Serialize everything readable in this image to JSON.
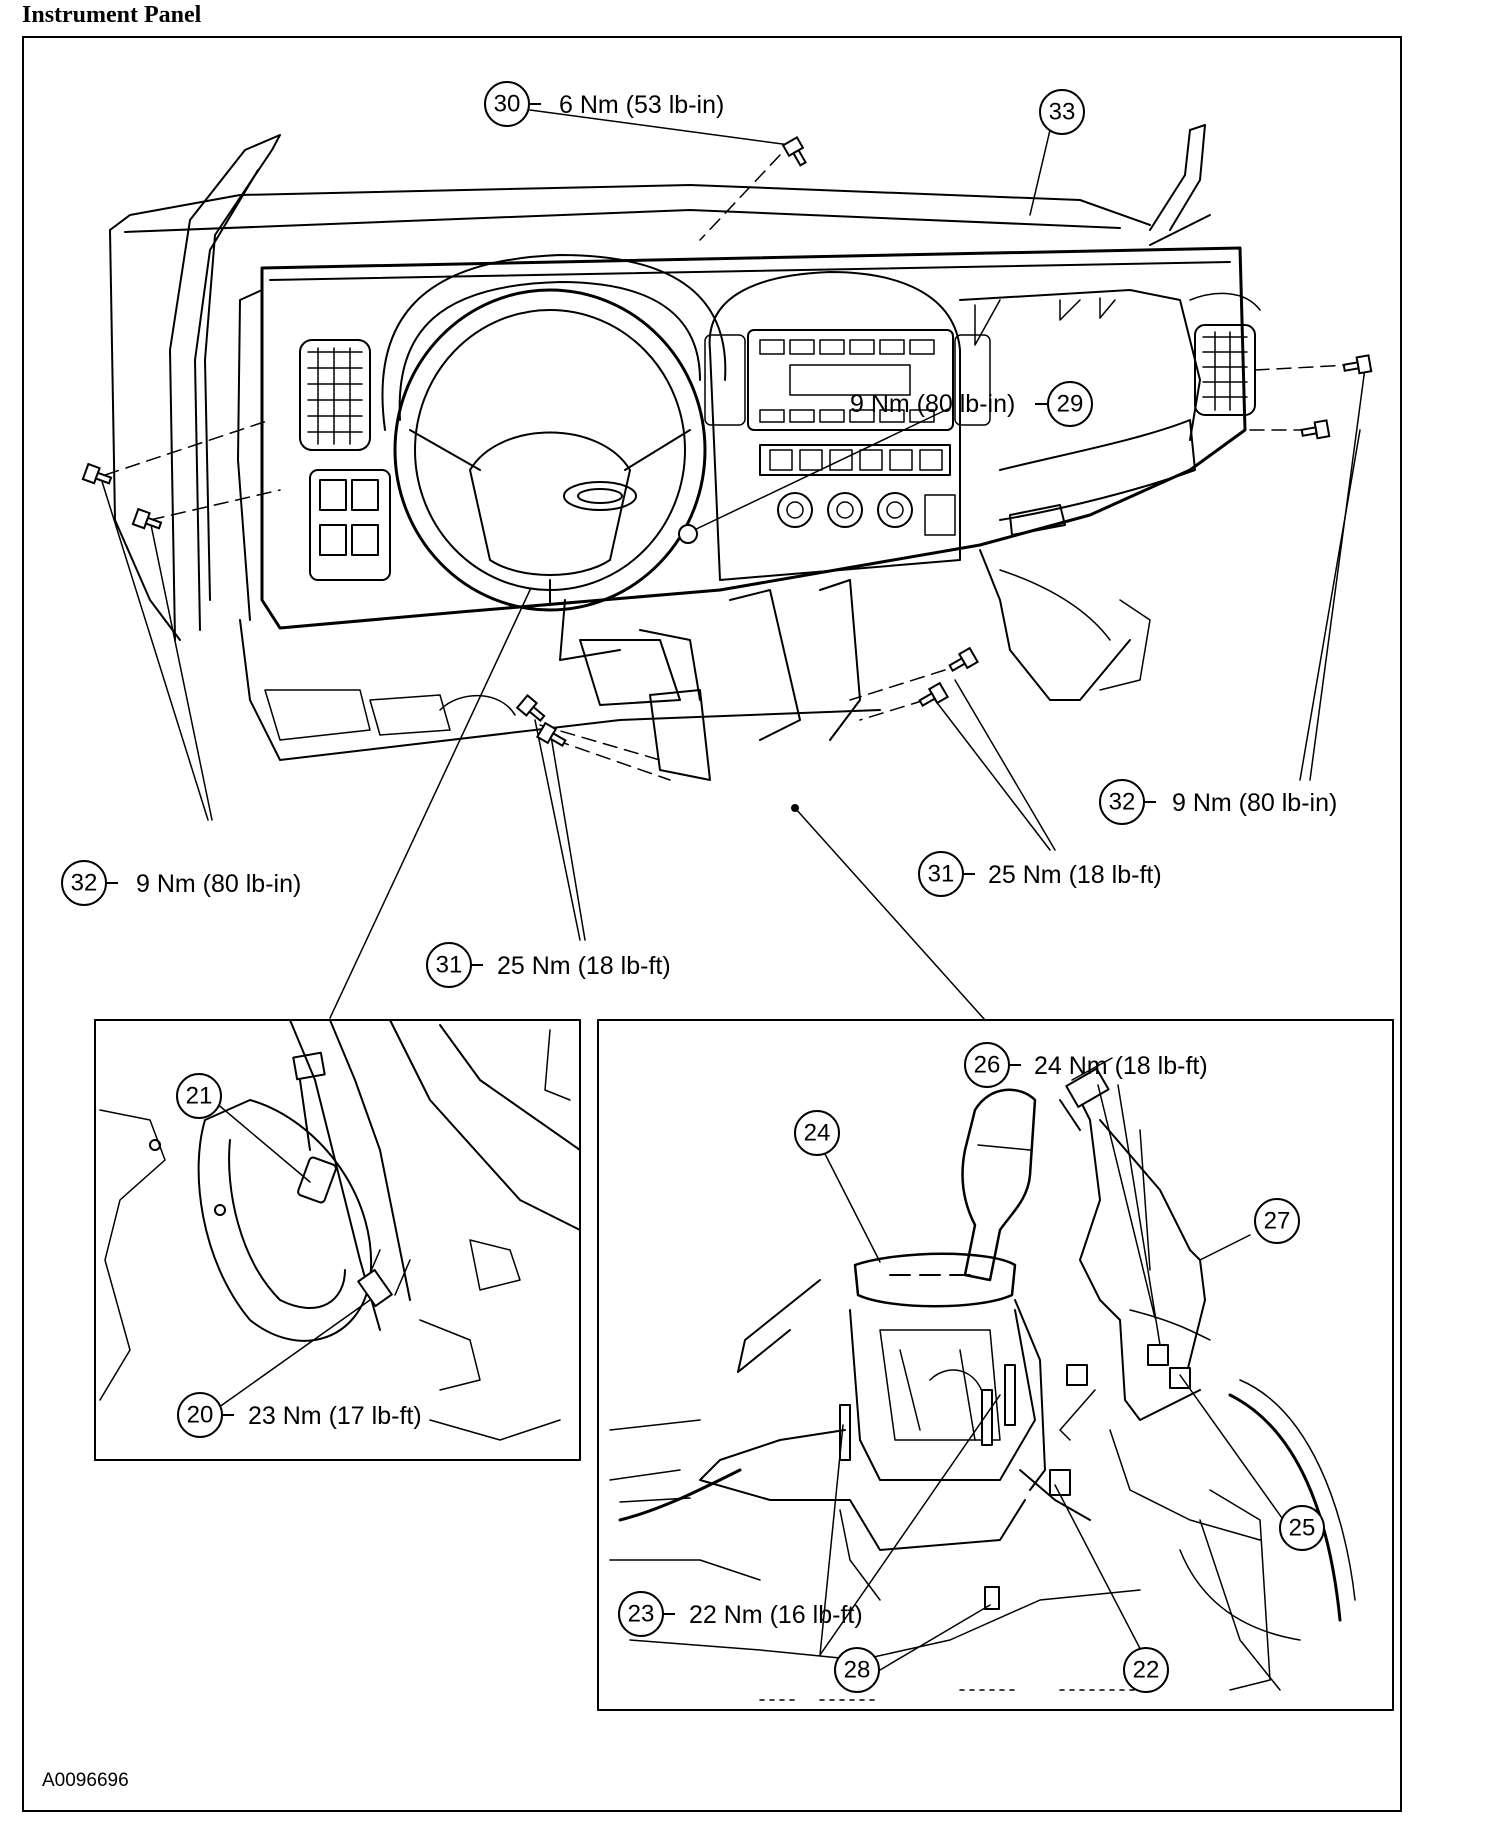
{
  "title": "Instrument Panel",
  "figure_id": "A0096696",
  "callouts": [
    {
      "id": "c30",
      "num": "30",
      "torque": "6 Nm (53 lb-in)"
    },
    {
      "id": "c33",
      "num": "33",
      "torque": ""
    },
    {
      "id": "c29",
      "num": "29",
      "torque": "9 Nm (80 lb-in)"
    },
    {
      "id": "c32r",
      "num": "32",
      "torque": "9 Nm (80 lb-in)"
    },
    {
      "id": "c32l",
      "num": "32",
      "torque": "9 Nm (80 lb-in)"
    },
    {
      "id": "c31r",
      "num": "31",
      "torque": "25 Nm (18 lb-ft)"
    },
    {
      "id": "c31l",
      "num": "31",
      "torque": "25 Nm (18 lb-ft)"
    },
    {
      "id": "c21",
      "num": "21",
      "torque": ""
    },
    {
      "id": "c20",
      "num": "20",
      "torque": "23 Nm (17 lb-ft)"
    },
    {
      "id": "c26",
      "num": "26",
      "torque": "24 Nm (18 lb-ft)"
    },
    {
      "id": "c24",
      "num": "24",
      "torque": ""
    },
    {
      "id": "c27",
      "num": "27",
      "torque": ""
    },
    {
      "id": "c25",
      "num": "25",
      "torque": ""
    },
    {
      "id": "c23",
      "num": "23",
      "torque": "22 Nm (16 lb-ft)"
    },
    {
      "id": "c28",
      "num": "28",
      "torque": ""
    },
    {
      "id": "c22",
      "num": "22",
      "torque": ""
    }
  ]
}
